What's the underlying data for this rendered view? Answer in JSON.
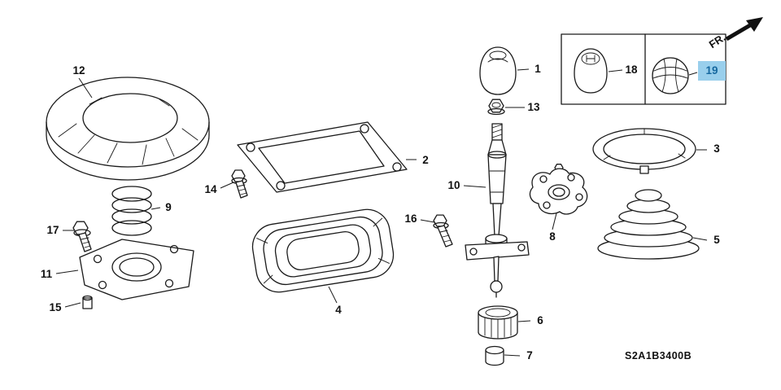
{
  "diagram": {
    "code": "S2A1B3400B",
    "direction_label": "FR.",
    "highlight_bg": "#99cfec",
    "highlight_text": "#16689f",
    "parts": [
      {
        "number": "1"
      },
      {
        "number": "2"
      },
      {
        "number": "3"
      },
      {
        "number": "4"
      },
      {
        "number": "5"
      },
      {
        "number": "6"
      },
      {
        "number": "7"
      },
      {
        "number": "8"
      },
      {
        "number": "9"
      },
      {
        "number": "10"
      },
      {
        "number": "11"
      },
      {
        "number": "12"
      },
      {
        "number": "13"
      },
      {
        "number": "14"
      },
      {
        "number": "15"
      },
      {
        "number": "16"
      },
      {
        "number": "17"
      },
      {
        "number": "18"
      },
      {
        "number": "19",
        "highlighted": true
      }
    ]
  }
}
